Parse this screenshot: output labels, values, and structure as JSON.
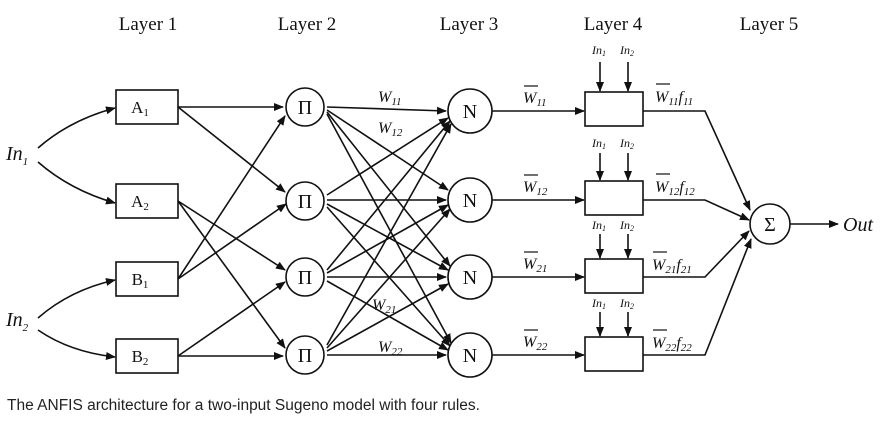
{
  "layers": [
    "Layer 1",
    "Layer 2",
    "Layer 3",
    "Layer 4",
    "Layer 5"
  ],
  "inputs": [
    {
      "main": "In",
      "sub": "1"
    },
    {
      "main": "In",
      "sub": "2"
    }
  ],
  "mf_nodes": [
    {
      "main": "A",
      "sub": "1"
    },
    {
      "main": "A",
      "sub": "2"
    },
    {
      "main": "B",
      "sub": "1"
    },
    {
      "main": "B",
      "sub": "2"
    }
  ],
  "product_symbol": "Π",
  "norm_symbol": "N",
  "sum_symbol": "Σ",
  "output_label": "Out",
  "weights": [
    {
      "main": "W",
      "sub": "11"
    },
    {
      "main": "W",
      "sub": "12"
    },
    {
      "main": "W",
      "sub": "21"
    },
    {
      "main": "W",
      "sub": "22"
    }
  ],
  "norm_weights": [
    {
      "main": "W",
      "sub": "11"
    },
    {
      "main": "W",
      "sub": "12"
    },
    {
      "main": "W",
      "sub": "21"
    },
    {
      "main": "W",
      "sub": "22"
    }
  ],
  "outputs": [
    {
      "w": "W",
      "wsub": "11",
      "f": "f",
      "fsub": "11"
    },
    {
      "w": "W",
      "wsub": "12",
      "f": "f",
      "fsub": "12"
    },
    {
      "w": "W",
      "wsub": "21",
      "f": "f",
      "fsub": "21"
    },
    {
      "w": "W",
      "wsub": "22",
      "f": "f",
      "fsub": "22"
    }
  ],
  "consequent_inputs": [
    {
      "main": "In",
      "sub": "1"
    },
    {
      "main": "In",
      "sub": "2"
    }
  ],
  "caption": "The ANFIS architecture for a two-input Sugeno model with four rules."
}
